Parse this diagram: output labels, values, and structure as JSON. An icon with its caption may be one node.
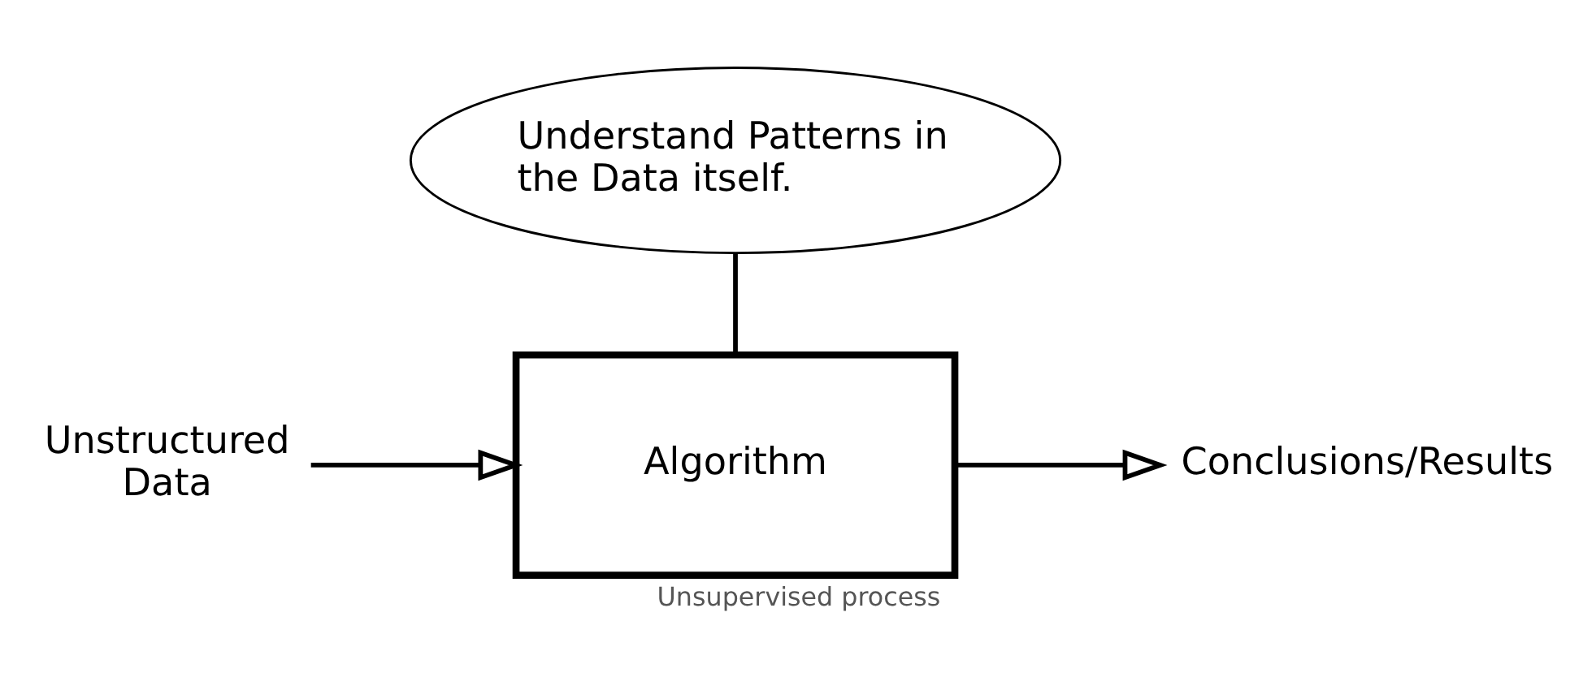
{
  "diagram": {
    "caption": "Unsupervised process",
    "nodes": [
      {
        "text": [
          "Unstructured Data"
        ]
      },
      {
        "text": [
          "Algorithm"
        ]
      },
      {
        "text": [
          "Conclusions/Results"
        ]
      },
      {
        "text": [
          "Understand Patterns in the Data itself."
        ]
      }
    ],
    "edges": [
      {
        "from": 0,
        "to": 1,
        "arrow": "to"
      },
      {
        "from": 1,
        "to": 2,
        "arrow": "to"
      },
      {
        "from": 3,
        "to": 1,
        "arrow": "none"
      }
    ]
  }
}
